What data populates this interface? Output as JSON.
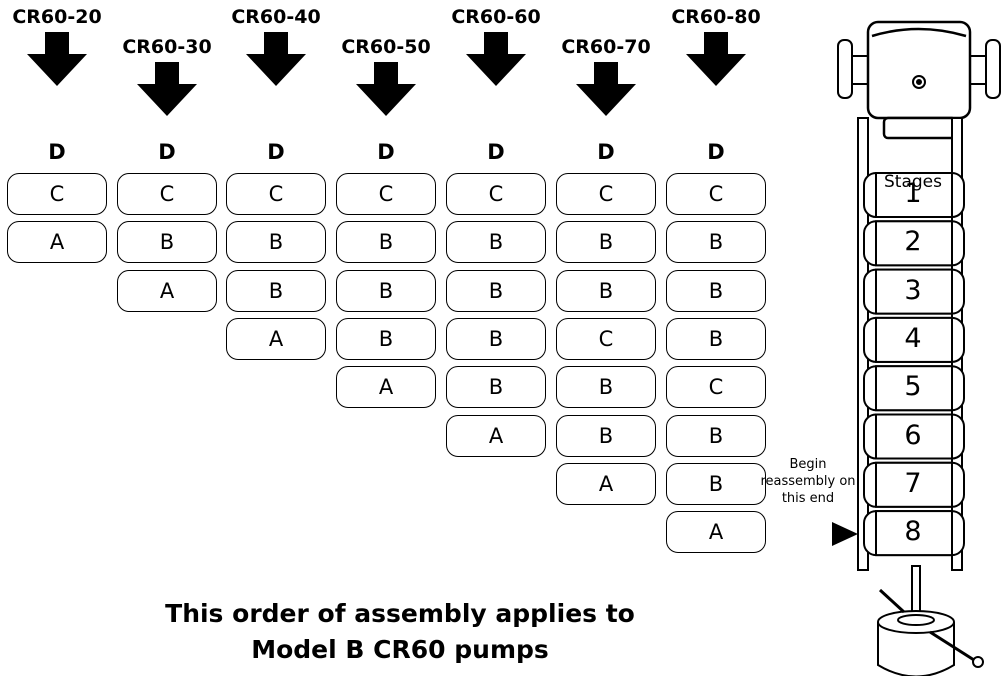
{
  "columns": [
    {
      "model": "CR60-20",
      "top_label": "D",
      "stages": [
        "C",
        "A"
      ]
    },
    {
      "model": "CR60-30",
      "top_label": "D",
      "stages": [
        "C",
        "B",
        "A"
      ]
    },
    {
      "model": "CR60-40",
      "top_label": "D",
      "stages": [
        "C",
        "B",
        "B",
        "A"
      ]
    },
    {
      "model": "CR60-50",
      "top_label": "D",
      "stages": [
        "C",
        "B",
        "B",
        "B",
        "A"
      ]
    },
    {
      "model": "CR60-60",
      "top_label": "D",
      "stages": [
        "C",
        "B",
        "B",
        "B",
        "B",
        "A"
      ]
    },
    {
      "model": "CR60-70",
      "top_label": "D",
      "stages": [
        "C",
        "B",
        "B",
        "C",
        "B",
        "B",
        "A"
      ]
    },
    {
      "model": "CR60-80",
      "top_label": "D",
      "stages": [
        "C",
        "B",
        "B",
        "B",
        "C",
        "B",
        "B",
        "A"
      ]
    }
  ],
  "footer": {
    "line1": "This order of assembly applies to",
    "line2": "Model B CR60 pumps"
  },
  "pump": {
    "stages_title": "Stages",
    "stage_numbers": [
      "1",
      "2",
      "3",
      "4",
      "5",
      "6",
      "7",
      "8"
    ],
    "begin_note": "Begin reassembly on this end"
  }
}
